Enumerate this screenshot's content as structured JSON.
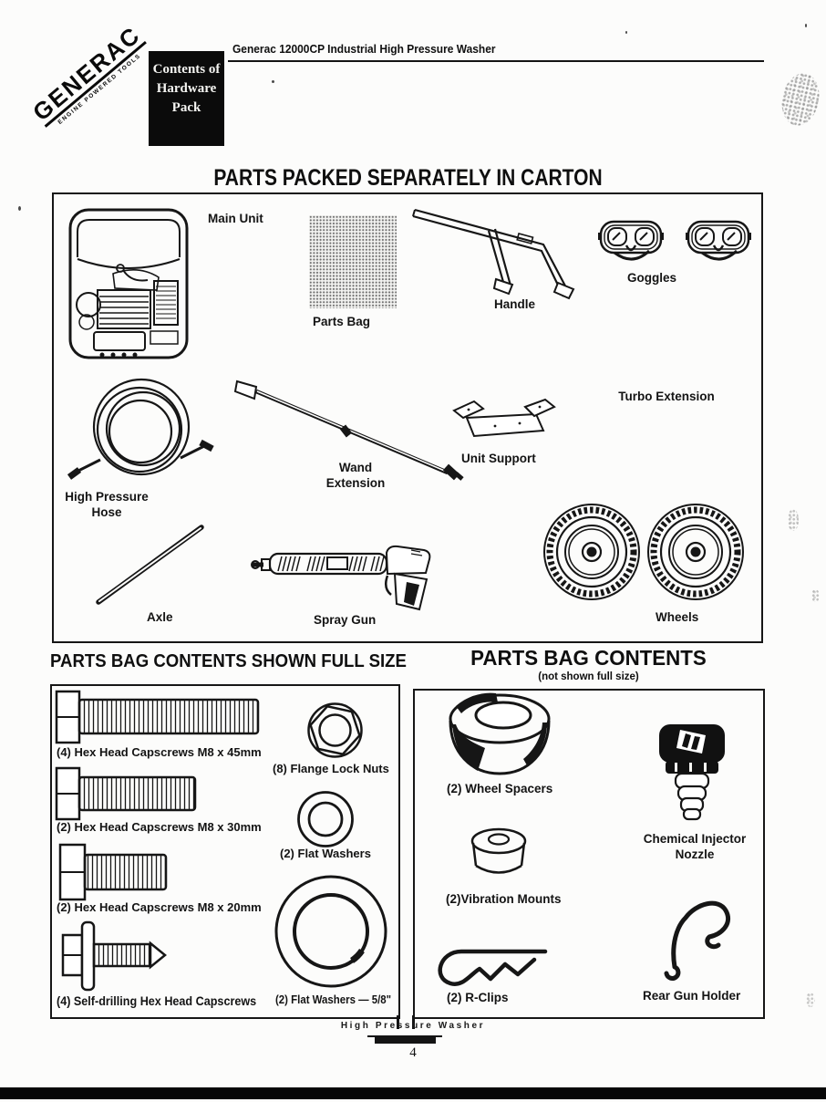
{
  "header": {
    "logo": "GENERAC",
    "logo_sub": "ENGINE POWERED TOOLS",
    "hardware_pack": "Contents of Hardware Pack",
    "title": "Generac 12000CP Industrial High Pressure Washer"
  },
  "carton": {
    "heading": "PARTS PACKED SEPARATELY IN CARTON",
    "labels": {
      "main_unit": "Main Unit",
      "parts_bag": "Parts Bag",
      "handle": "Handle",
      "goggles": "Goggles",
      "hose": "High Pressure Hose",
      "wand": "Wand Extension",
      "unit_support": "Unit Support",
      "turbo": "Turbo Extension",
      "axle": "Axle",
      "spray_gun": "Spray Gun",
      "wheels": "Wheels"
    }
  },
  "bag_full": {
    "heading": "PARTS BAG CONTENTS SHOWN FULL SIZE",
    "capscrews_45": "(4) Hex Head Capscrews M8 x 45mm",
    "capscrews_30": "(2) Hex Head Capscrews M8 x 30mm",
    "capscrews_20": "(2) Hex Head Capscrews M8 x 20mm",
    "self_drilling": "(4) Self-drilling Hex Head Capscrews",
    "flange_nuts": "(8) Flange Lock Nuts",
    "flat_washers": "(2) Flat Washers",
    "flat_washers_58": "(2) Flat Washers — 5/8\""
  },
  "bag_other": {
    "heading": "PARTS BAG CONTENTS",
    "subheading": "(not shown full size)",
    "wheel_spacers": "(2) Wheel Spacers",
    "chem_injector": "Chemical Injector Nozzle",
    "vibration_mounts": "(2)Vibration Mounts",
    "r_clips": "(2) R-Clips",
    "rear_gun_holder": "Rear Gun Holder"
  },
  "footer": {
    "doc_footer": "High Pressure Washer",
    "page_number": "4"
  }
}
